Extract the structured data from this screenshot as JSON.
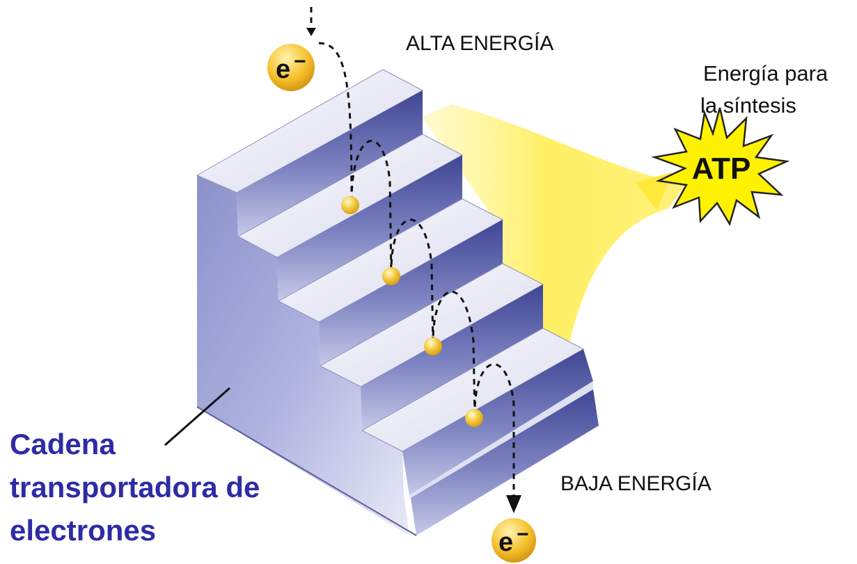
{
  "labels": {
    "high_energy": "ALTA ENERGÍA",
    "low_energy": "BAJA ENERGÍA",
    "energy_line1": "Energía para",
    "energy_line2": "la síntesis",
    "atp": "ATP",
    "electron_in": "e",
    "electron_out": "e",
    "electron_charge": "−"
  },
  "caption": {
    "line1": "Cadena",
    "line2": "transportadora de",
    "line3": "electrones"
  },
  "colors": {
    "caption": "#2e2ba6",
    "electron": "#f2c232",
    "atp_burst": "#fff200",
    "energy_glow": "#ffed5c",
    "step_top": "#edeef7",
    "step_front": "#6f74b4",
    "step_side": "#a2a6d8"
  },
  "icons": {
    "electron": "electron-ball-icon",
    "atp": "starburst-icon",
    "arrow": "arrow-down-icon"
  }
}
